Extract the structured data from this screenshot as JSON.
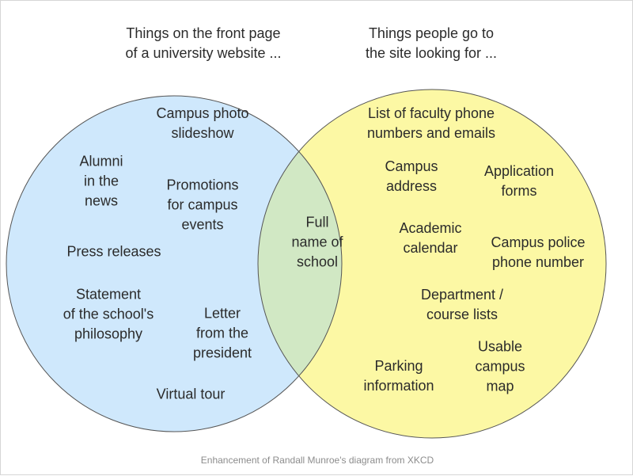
{
  "headings": {
    "left": [
      "Things on the front page",
      "of a university website ..."
    ],
    "right": [
      "Things people go to",
      "the site looking for ..."
    ]
  },
  "colors": {
    "left_fill": "#cfe8fc",
    "right_fill": "#fcf8a4",
    "overlap_fill": "#d1e8c4",
    "outline": "#555555"
  },
  "left_items": {
    "campus_photo": [
      "Campus photo",
      "slideshow"
    ],
    "alumni": [
      "Alumni",
      "in the",
      "news"
    ],
    "promotions": [
      "Promotions",
      "for campus",
      "events"
    ],
    "press": [
      "Press releases"
    ],
    "statement": [
      "Statement",
      "of the school's",
      "philosophy"
    ],
    "letter": [
      "Letter",
      "from the",
      "president"
    ],
    "virtual_tour": [
      "Virtual tour"
    ]
  },
  "overlap_items": {
    "full_name": [
      "Full",
      "name of",
      "school"
    ]
  },
  "right_items": {
    "faculty_list": [
      "List of faculty phone",
      "numbers and emails"
    ],
    "campus_address": [
      "Campus",
      "address"
    ],
    "application": [
      "Application",
      "forms"
    ],
    "calendar": [
      "Academic",
      "calendar"
    ],
    "police": [
      "Campus police",
      "phone number"
    ],
    "department": [
      "Department /",
      "course lists"
    ],
    "parking": [
      "Parking",
      "information"
    ],
    "map": [
      "Usable",
      "campus",
      "map"
    ]
  },
  "credit": "Enhancement of Randall Munroe's diagram from XKCD"
}
